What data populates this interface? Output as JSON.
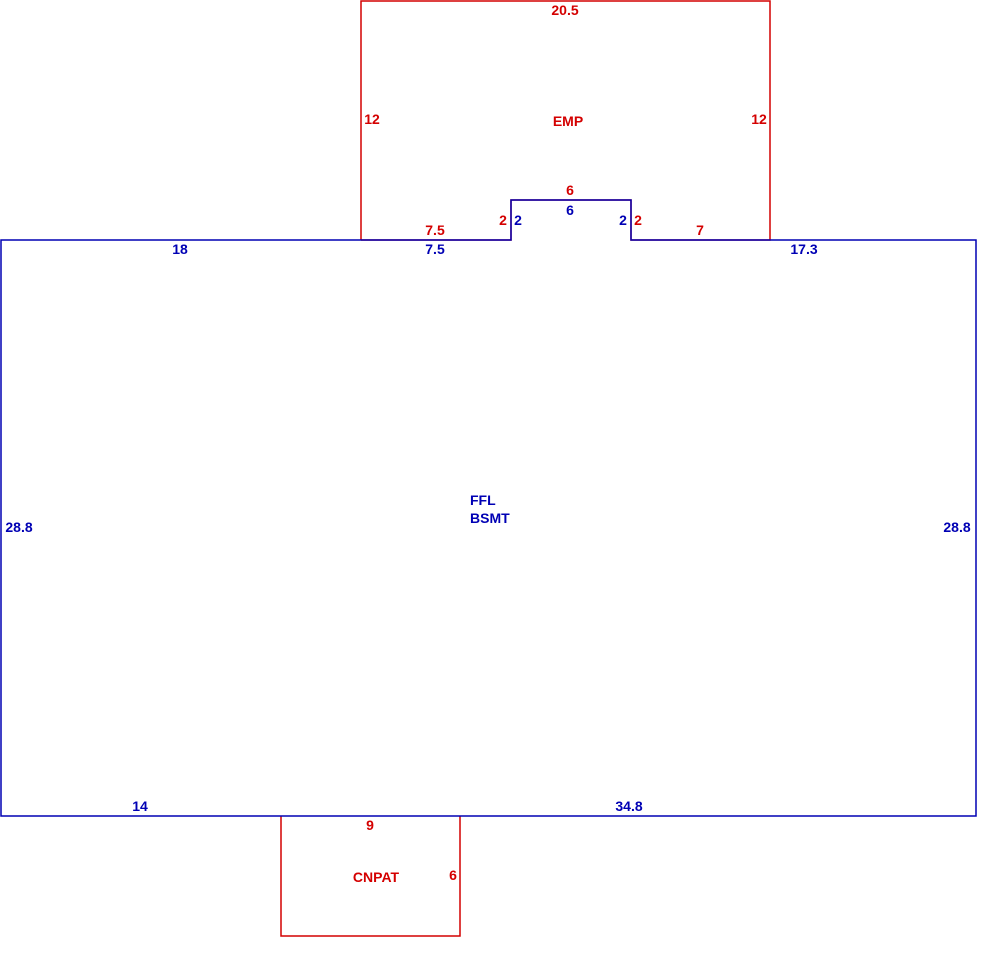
{
  "areas": {
    "main": {
      "name_line1": "FFL",
      "name_line2": "BSMT",
      "color": "#0000b4"
    },
    "porch": {
      "name": "EMP",
      "color": "#d40000"
    },
    "patio": {
      "name": "CNPAT",
      "color": "#d40000"
    }
  },
  "dimensions": {
    "porch_top": "20.5",
    "porch_left": "12",
    "porch_right": "12",
    "porch_notch_top": "6",
    "porch_notch_left": "2",
    "porch_notch_right": "2",
    "porch_bottom_left": "7.5",
    "porch_bottom_right": "7",
    "main_top_left": "18",
    "main_top_mid": "7.5",
    "main_notch_top": "6",
    "main_notch_left": "2",
    "main_notch_right": "2",
    "main_top_right": "17.3",
    "main_left": "28.8",
    "main_right": "28.8",
    "main_bottom_left": "14",
    "main_bottom_right": "34.8",
    "patio_top": "9",
    "patio_right": "6"
  }
}
